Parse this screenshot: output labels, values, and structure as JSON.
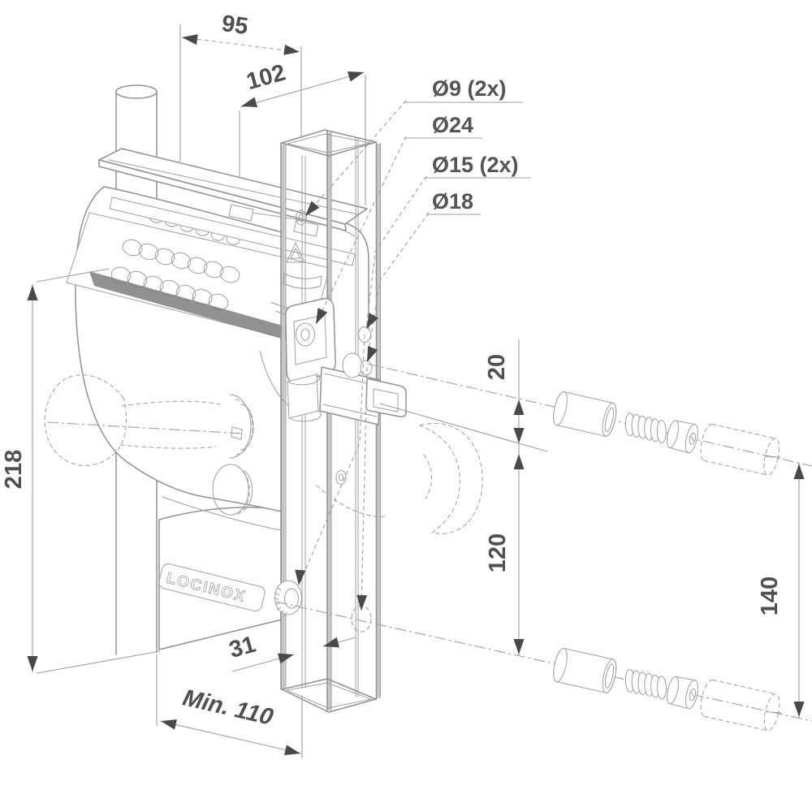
{
  "drawing": {
    "type": "technical-mounting-diagram",
    "subject": "mechanical code gate lock on square post with fixing set",
    "brand": "LOCINOX",
    "dims": {
      "w95": "95",
      "d102": "102",
      "h218": "218",
      "g20": "20",
      "g120": "120",
      "g140": "140",
      "p31": "31",
      "min110": "Min. 110"
    },
    "holes": {
      "h9": "Ø9 (2x)",
      "h24": "Ø24",
      "h15": "Ø15 (2x)",
      "h18": "Ø18"
    },
    "colors": {
      "line": "#8f9194",
      "thin_line": "#9da0a2",
      "edge_shade": "#c6c7c9",
      "text": "#4f5052",
      "arrow": "#48494b",
      "background": "#ffffff"
    }
  }
}
